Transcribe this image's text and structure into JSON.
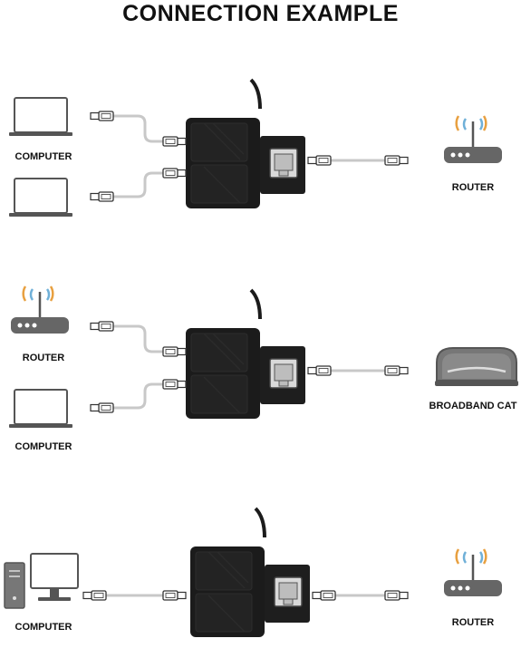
{
  "title": "CONNECTION EXAMPLE",
  "examples": [
    {
      "left_labels": [
        "COMPUTER"
      ],
      "right_label": "ROUTER"
    },
    {
      "left_labels": [
        "ROUTER",
        "COMPUTER"
      ],
      "right_label": "BROADBAND CAT"
    },
    {
      "left_labels": [
        "COMPUTER"
      ],
      "right_label": "ROUTER"
    }
  ],
  "icons": [
    "laptop-icon",
    "router-icon",
    "modem-icon",
    "desktop-computer-icon",
    "ethernet-splitter-icon",
    "rj45-plug-icon"
  ],
  "colors": {
    "splitter": "#1b1b1b",
    "cable": "#c8c8c8",
    "antenna_waves": "#e8a040",
    "antenna_waves_inner": "#6fb0d8",
    "device": "#555555"
  }
}
